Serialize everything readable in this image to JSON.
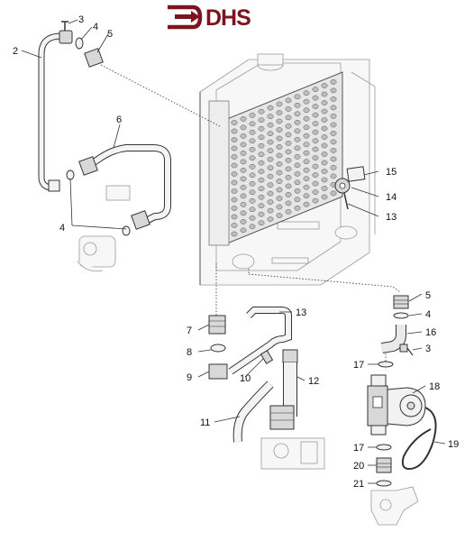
{
  "brand": {
    "name": "DHS",
    "color": "#7a1520"
  },
  "callouts": [
    {
      "id": "c2",
      "text": "2"
    },
    {
      "id": "c3a",
      "text": "3"
    },
    {
      "id": "c4a",
      "text": "4"
    },
    {
      "id": "c5a",
      "text": "5"
    },
    {
      "id": "c6",
      "text": "6"
    },
    {
      "id": "c4b",
      "text": "4"
    },
    {
      "id": "c15",
      "text": "15"
    },
    {
      "id": "c14",
      "text": "14"
    },
    {
      "id": "c13a",
      "text": "13"
    },
    {
      "id": "c5b",
      "text": "5"
    },
    {
      "id": "c4c",
      "text": "4"
    },
    {
      "id": "c16",
      "text": "16"
    },
    {
      "id": "c3b",
      "text": "3"
    },
    {
      "id": "c13b",
      "text": "13"
    },
    {
      "id": "c7",
      "text": "7"
    },
    {
      "id": "c8",
      "text": "8"
    },
    {
      "id": "c9",
      "text": "9"
    },
    {
      "id": "c10",
      "text": "10"
    },
    {
      "id": "c12",
      "text": "12"
    },
    {
      "id": "c11",
      "text": "11"
    },
    {
      "id": "c17a",
      "text": "17"
    },
    {
      "id": "c18",
      "text": "18"
    },
    {
      "id": "c17b",
      "text": "17"
    },
    {
      "id": "c19",
      "text": "19"
    },
    {
      "id": "c20",
      "text": "20"
    },
    {
      "id": "c21",
      "text": "21"
    }
  ]
}
